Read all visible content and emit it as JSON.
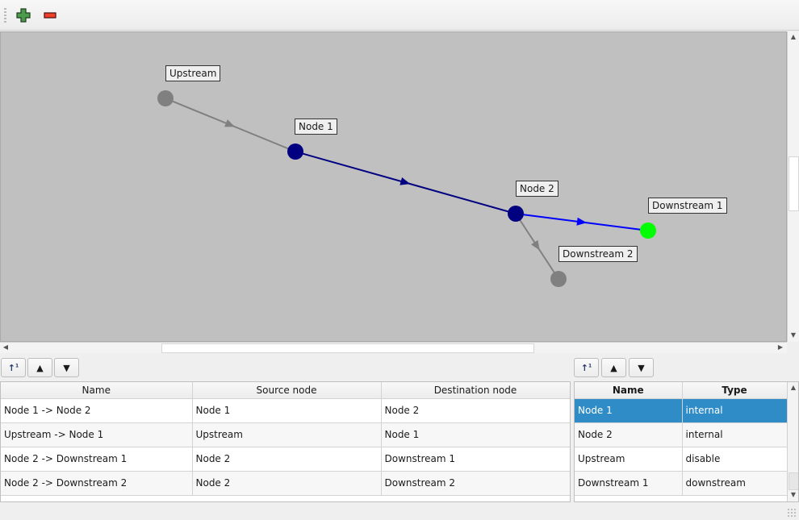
{
  "toolbar": {
    "add_icon": "green-plus-icon",
    "remove_icon": "red-minus-icon"
  },
  "graph": {
    "nodes": [
      {
        "id": "upstream",
        "label": "Upstream",
        "color": "#808080"
      },
      {
        "id": "node1",
        "label": "Node 1",
        "color": "#000080"
      },
      {
        "id": "node2",
        "label": "Node 2",
        "color": "#000080"
      },
      {
        "id": "down1",
        "label": "Downstream 1",
        "color": "#00ff00"
      },
      {
        "id": "down2",
        "label": "Downstream 2",
        "color": "#808080"
      }
    ],
    "edges": [
      {
        "from": "upstream",
        "to": "node1",
        "color": "#808080"
      },
      {
        "from": "node1",
        "to": "node2",
        "color": "#000080"
      },
      {
        "from": "node2",
        "to": "down1",
        "color": "#0000ff"
      },
      {
        "from": "node2",
        "to": "down2",
        "color": "#808080"
      }
    ]
  },
  "edges_table": {
    "sort_icon": "sort-ascending-icon",
    "up_icon": "triangle-up-icon",
    "down_icon": "triangle-down-icon",
    "columns": [
      "Name",
      "Source node",
      "Destination node"
    ],
    "rows": [
      [
        "Node 1 -> Node 2",
        "Node 1",
        "Node 2"
      ],
      [
        "Upstream -> Node 1",
        "Upstream",
        "Node 1"
      ],
      [
        "Node 2 -> Downstream 1",
        "Node 2",
        "Downstream 1"
      ],
      [
        "Node 2 -> Downstream 2",
        "Node 2",
        "Downstream 2"
      ]
    ]
  },
  "nodes_table": {
    "columns": [
      "Name",
      "Type"
    ],
    "selected_row": 0,
    "rows": [
      [
        "Node 1",
        "internal"
      ],
      [
        "Node 2",
        "internal"
      ],
      [
        "Upstream",
        "disable"
      ],
      [
        "Downstream 1",
        "downstream"
      ]
    ]
  }
}
